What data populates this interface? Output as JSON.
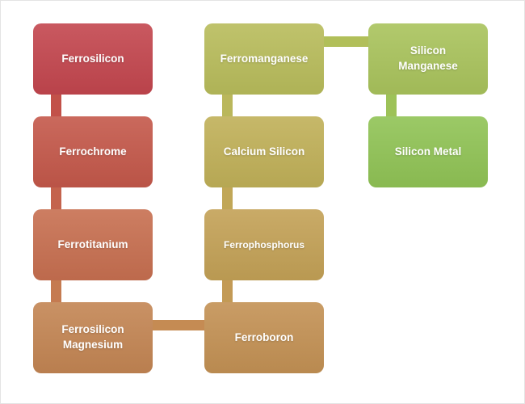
{
  "diagram": {
    "nodes": [
      {
        "id": "ferrosilicon",
        "label": "Ferrosilicon",
        "color": "#c3464e",
        "col": 0,
        "row": 0
      },
      {
        "id": "ferrochrome",
        "label": "Ferrochrome",
        "color": "#c4584a",
        "col": 0,
        "row": 1
      },
      {
        "id": "ferrotitanium",
        "label": "Ferrotitanium",
        "color": "#c76f50",
        "col": 0,
        "row": 2
      },
      {
        "id": "ferrosilicon-magnesium",
        "label": "Ferrosilicon Magnesium",
        "color": "#c38553",
        "col": 0,
        "row": 3
      },
      {
        "id": "ferromanganese",
        "label": "Ferromanganese",
        "color": "#b8bc5b",
        "col": 1,
        "row": 0
      },
      {
        "id": "calcium-silicon",
        "label": "Calcium Silicon",
        "color": "#c0b058",
        "col": 1,
        "row": 1
      },
      {
        "id": "ferrophosphorus",
        "label": "Ferrophosphorus",
        "color": "#c3a156",
        "col": 1,
        "row": 2
      },
      {
        "id": "ferroboron",
        "label": "Ferroboron",
        "color": "#c39154",
        "col": 1,
        "row": 3
      },
      {
        "id": "silicon-manganese",
        "label": "Silicon Manganese",
        "color": "#a9c35c",
        "col": 2,
        "row": 0
      },
      {
        "id": "silicon-metal",
        "label": "Silicon Metal",
        "color": "#90c355",
        "col": 2,
        "row": 1
      }
    ],
    "connectors": [
      {
        "id": "ferrosilicon-to-ferrochrome",
        "from": "ferrosilicon",
        "to": "ferrochrome",
        "orientation": "vertical",
        "color": "#c25149"
      },
      {
        "id": "ferrochrome-to-ferrotitanium",
        "from": "ferrochrome",
        "to": "ferrotitanium",
        "orientation": "vertical",
        "color": "#c4634d"
      },
      {
        "id": "ferrotitanium-to-ferrosilicon-magnesium",
        "from": "ferrotitanium",
        "to": "ferrosilicon-magnesium",
        "orientation": "vertical",
        "color": "#c57b51"
      },
      {
        "id": "ferrosilicon-magnesium-to-ferroboron",
        "from": "ferrosilicon-magnesium",
        "to": "ferroboron",
        "orientation": "horizontal",
        "color": "#c58b53"
      },
      {
        "id": "ferrophosphorus-to-ferroboron",
        "from": "ferrophosphorus",
        "to": "ferroboron",
        "orientation": "vertical",
        "color": "#c39a55"
      },
      {
        "id": "calcium-silicon-to-ferrophosphorus",
        "from": "calcium-silicon",
        "to": "ferrophosphorus",
        "orientation": "vertical",
        "color": "#c1a757"
      },
      {
        "id": "ferromanganese-to-calcium-silicon",
        "from": "ferromanganese",
        "to": "calcium-silicon",
        "orientation": "vertical",
        "color": "#bab75b"
      },
      {
        "id": "ferromanganese-to-silicon-manganese",
        "from": "ferromanganese",
        "to": "silicon-manganese",
        "orientation": "horizontal",
        "color": "#b1bf59"
      },
      {
        "id": "silicon-manganese-to-silicon-metal",
        "from": "silicon-manganese",
        "to": "silicon-metal",
        "orientation": "vertical",
        "color": "#9dc258"
      }
    ]
  }
}
